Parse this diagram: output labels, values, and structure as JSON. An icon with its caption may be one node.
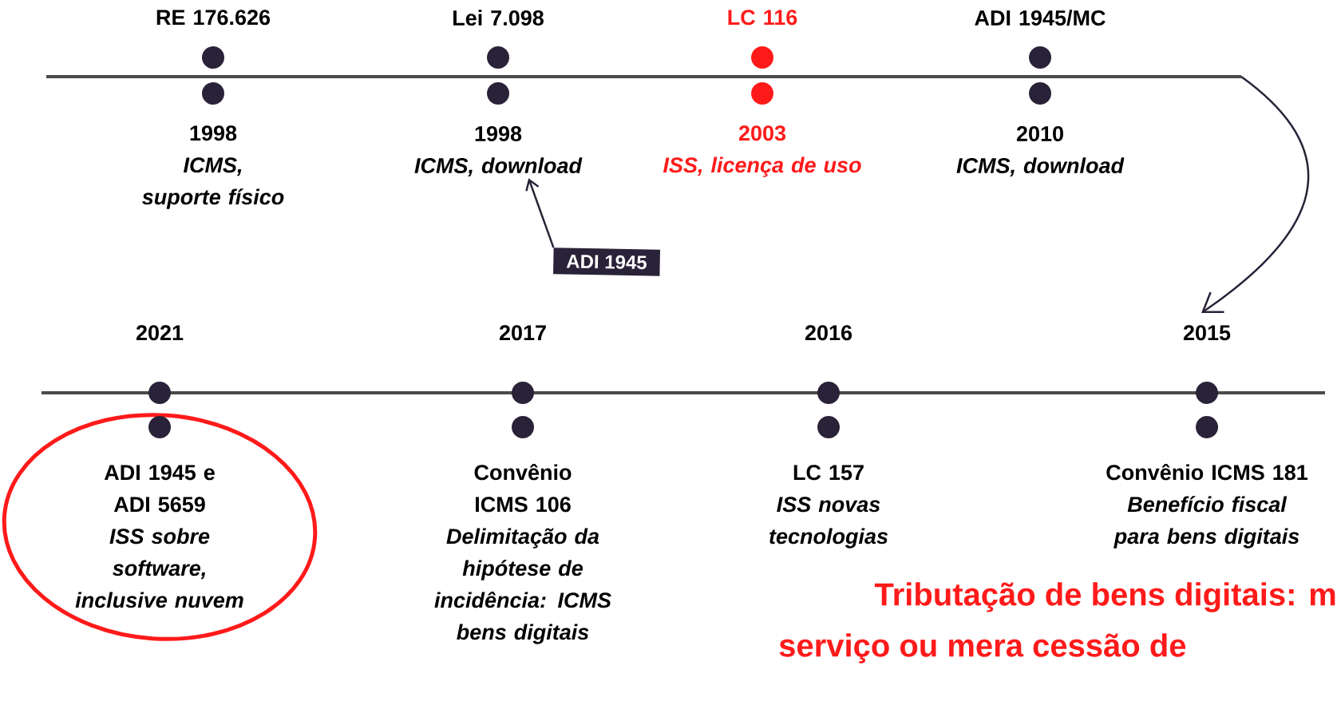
{
  "diagram": {
    "nodes": [
      {
        "text": [
          "RE 176.626",
          "1998",
          "ICMS, suporte físico"
        ]
      },
      {
        "text": [
          "Lei 7.098",
          "1998",
          "ICMS, download"
        ]
      },
      {
        "text": [
          "LC 116",
          "2003",
          "ISS, licença de uso"
        ]
      },
      {
        "text": [
          "ADI 1945/MC",
          "2010",
          "ICMS, download"
        ]
      },
      {
        "text": [
          "ADI 1945"
        ]
      },
      {
        "text": [
          "2021",
          "ADI 1945 e ADI 5659",
          "ISS sobre software, inclusive nuvem"
        ]
      },
      {
        "text": [
          "2017",
          "Convênio ICMS 106",
          "Delimitação da hipótese de incidência: ICMS bens digitais"
        ]
      },
      {
        "text": [
          "2016",
          "LC 157",
          "ISS novas tecnologias"
        ]
      },
      {
        "text": [
          "2015",
          "Convênio ICMS 181",
          "Benefício fiscal para bens digitais"
        ]
      }
    ],
    "edges": [
      {
        "from": 4,
        "to": 1,
        "arrow": "to"
      }
    ],
    "labels": [
      "Tributação de bens digitais: m",
      "serviço ou mera cessão de"
    ]
  }
}
